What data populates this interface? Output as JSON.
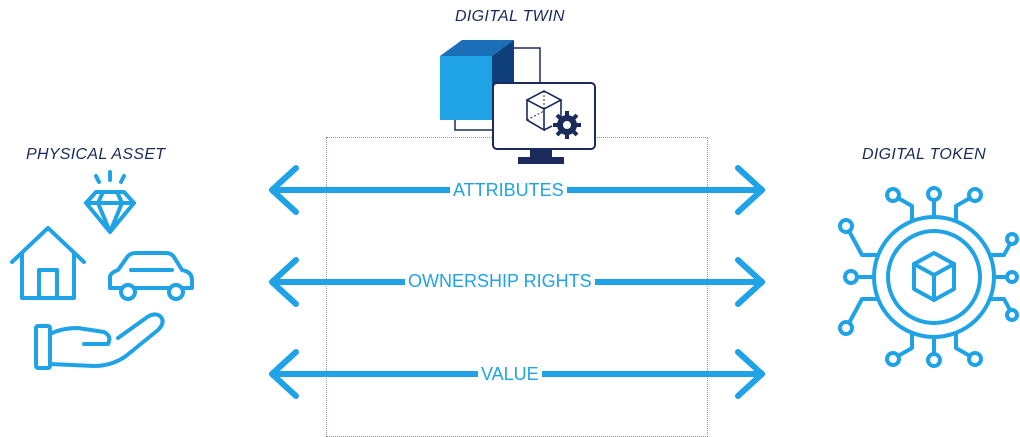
{
  "diagram": {
    "twin_title": "DIGITAL TWIN",
    "physical_title": "PHYSICAL ASSET",
    "token_title": "DIGITAL TOKEN",
    "arrows": [
      {
        "label": "ATTRIBUTES"
      },
      {
        "label": "OWNERSHIP RIGHTS"
      },
      {
        "label": "VALUE"
      }
    ]
  },
  "colors": {
    "accent": "#1fa3e6",
    "dark_navy": "#1a2a5a",
    "cube_top": "#1b6fb8",
    "cube_front": "#0f3f7a"
  },
  "icons": [
    "diamond-icon",
    "house-icon",
    "car-icon",
    "hand-icon",
    "cube-icon",
    "monitor-icon",
    "gear-icon",
    "circuit-token-icon"
  ]
}
